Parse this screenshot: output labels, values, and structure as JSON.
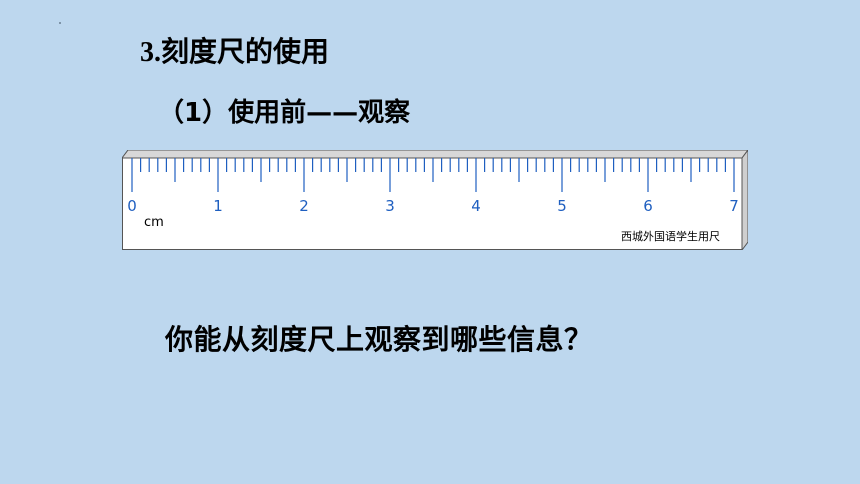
{
  "heading": {
    "number": "3.",
    "text": "刻度尺的使用"
  },
  "subheading": "（1）使用前——观察",
  "ruler": {
    "tick_color": "#1f5fc0",
    "unit": "cm",
    "brand": "西城外国语学生用尺",
    "labels": [
      "0",
      "1",
      "2",
      "3",
      "4",
      "5",
      "6",
      "7"
    ],
    "max_cm": 7,
    "divisions_per_cm": 10
  },
  "question": "你能从刻度尺上观察到哪些信息？"
}
